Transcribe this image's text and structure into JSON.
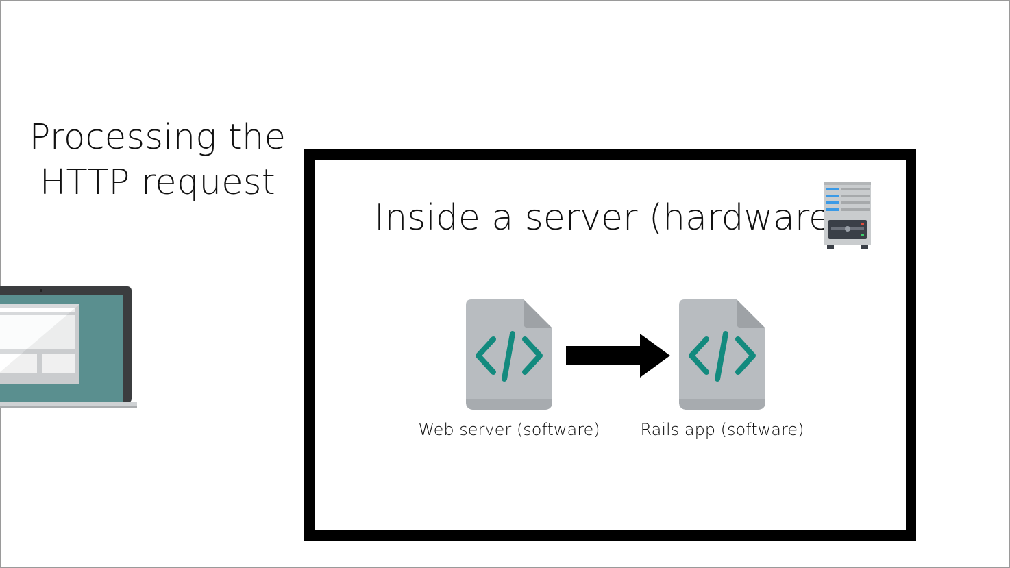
{
  "slide": {
    "title_line1": "Processing the",
    "title_line2": "HTTP request"
  },
  "server_box": {
    "heading": "Inside a server (hardware)",
    "icon": "server-rack-icon"
  },
  "components": [
    {
      "label": "Web server (software)",
      "icon": "code-file-icon"
    },
    {
      "label": "Rails app (software)",
      "icon": "code-file-icon"
    }
  ],
  "colors": {
    "code_teal": "#138a7e",
    "file_gray": "#b8bcc0",
    "laptop_screen": "#5a8f8f",
    "box_border": "#000000"
  }
}
